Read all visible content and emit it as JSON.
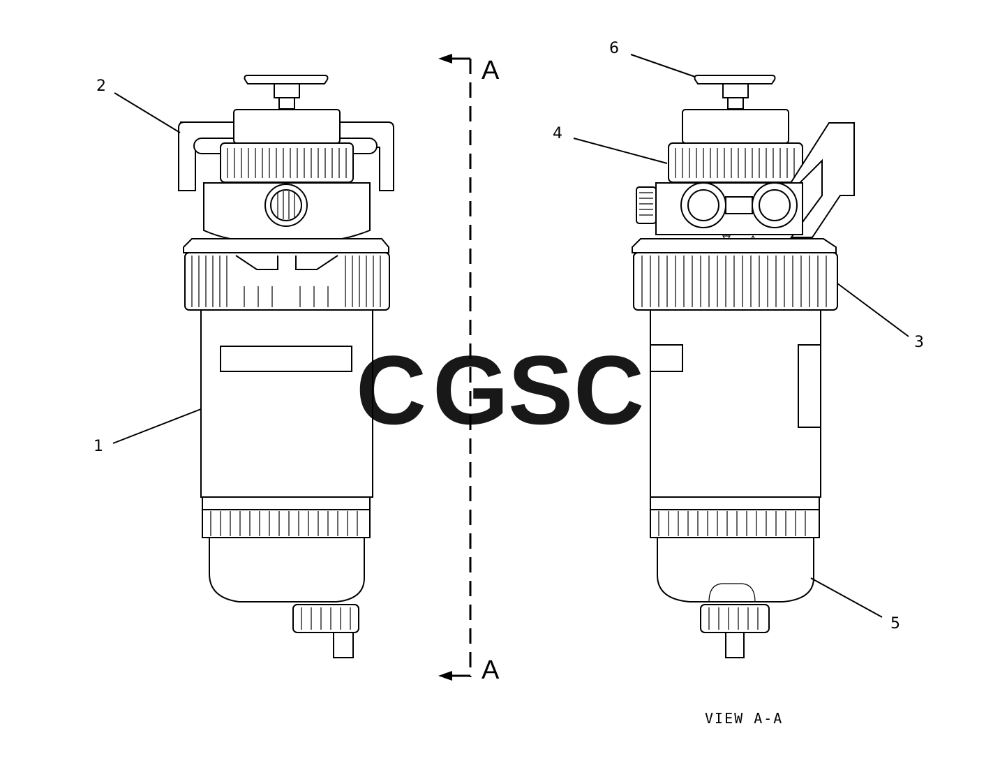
{
  "callouts": [
    {
      "id": "1",
      "text": "1"
    },
    {
      "id": "2",
      "text": "2"
    },
    {
      "id": "3",
      "text": "3"
    },
    {
      "id": "4",
      "text": "4"
    },
    {
      "id": "5",
      "text": "5"
    },
    {
      "id": "6",
      "text": "6"
    }
  ],
  "section": {
    "top_letter": "A",
    "bottom_letter": "A"
  },
  "view_label": "VIEW A-A",
  "watermark": {
    "letters": [
      {
        "char": "C",
        "color": "#6fa2f5"
      },
      {
        "char": "G",
        "color": "#f28b82"
      },
      {
        "char": "S",
        "color": "#fbd86a"
      },
      {
        "char": "C",
        "color": "#6fbf9a"
      }
    ]
  }
}
